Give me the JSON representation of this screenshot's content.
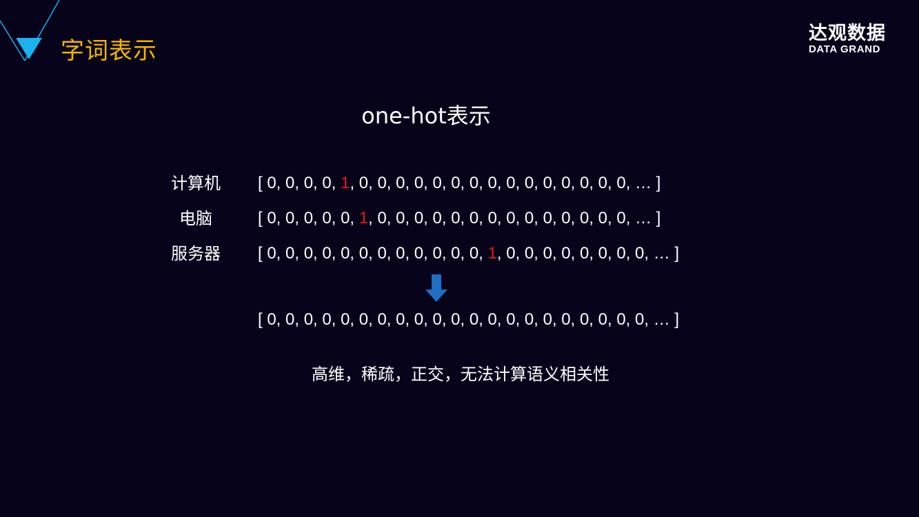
{
  "header": {
    "section_title": "字词表示",
    "logo_cn": "达观数据",
    "logo_en": "DATA GRAND"
  },
  "slide": {
    "subtitle": "one-hot表示",
    "rows": [
      {
        "label": "计算机",
        "before": "[ 0, 0, 0, 0, ",
        "hot": "1",
        "after": ", 0, 0, 0, 0, 0, 0, 0, 0, 0, 0, 0, 0, 0, 0, 0, … ]"
      },
      {
        "label": "电脑",
        "before": "[ 0, 0, 0, 0, 0, ",
        "hot": "1",
        "after": ", 0, 0, 0, 0, 0, 0, 0, 0, 0, 0, 0, 0, 0, 0, … ]"
      },
      {
        "label": "服务器",
        "before": "[ 0, 0, 0, 0, 0, 0, 0, 0, 0, 0, 0, 0, ",
        "hot": "1",
        "after": ", 0, 0, 0, 0, 0, 0, 0, 0, … ]"
      }
    ],
    "result_vector": "[ 0, 0, 0, 0, 0, 0, 0, 0, 0, 0, 0, 0, 0, 0, 0, 0, 0, 0, 0, 0, 0, … ]",
    "note": "高维，稀疏，正交，无法计算语义相关性"
  },
  "colors": {
    "background": "#07031a",
    "title": "#f5b400",
    "highlight": "#e81919",
    "arrow": "#1f6fc4",
    "corner_accent": "#1ab2f0"
  },
  "icons": {
    "corner": "triangle-icon",
    "arrow": "arrow-down-icon"
  }
}
